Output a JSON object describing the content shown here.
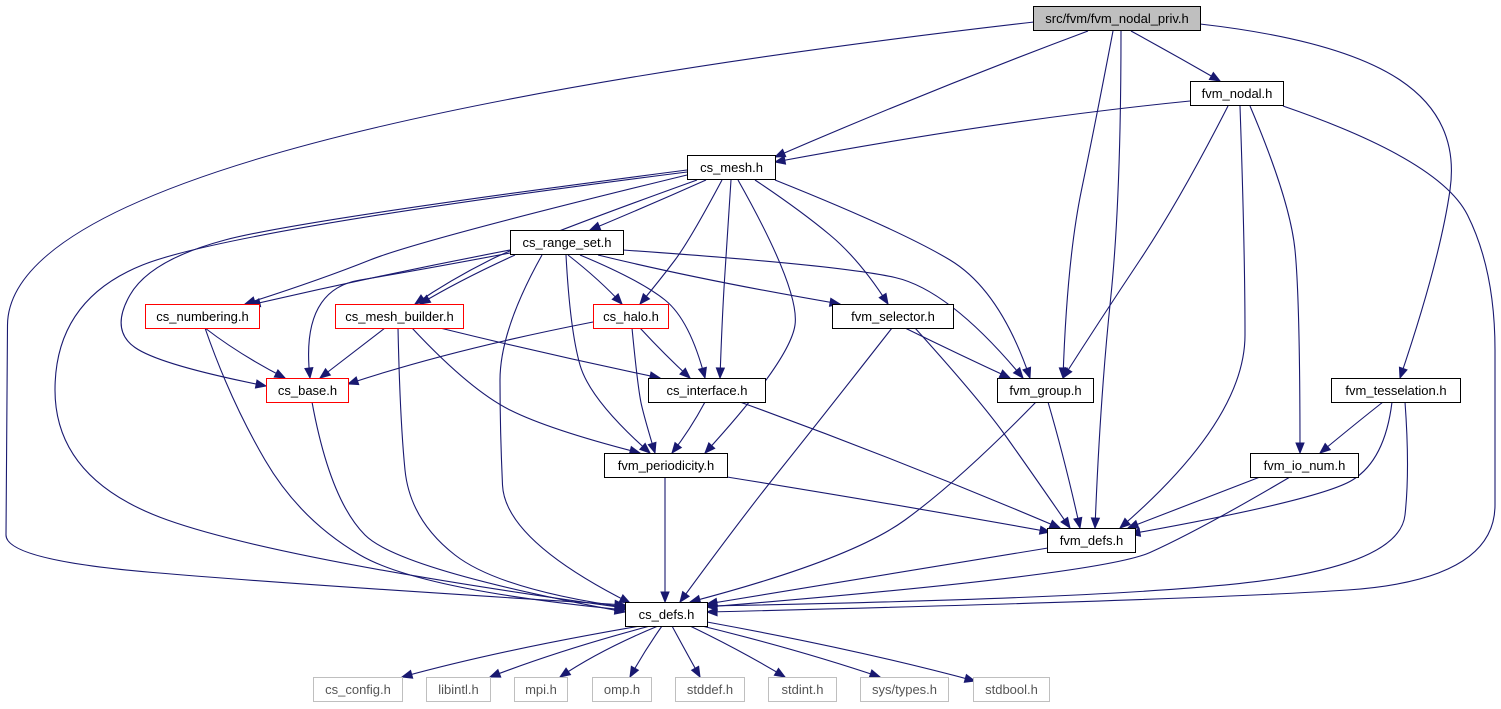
{
  "graph": {
    "colors": {
      "edge": "#191970",
      "node_border_default": "#000000",
      "node_border_incomplete": "#ff0000",
      "node_border_system": "#bfbfbf",
      "root_fill": "#bfbfbf",
      "node_fill": "#ffffff"
    },
    "nodes": [
      {
        "id": "root",
        "label": "src/fvm/fvm_nodal_priv.h",
        "kind": "root"
      },
      {
        "id": "fvm_nodal",
        "label": "fvm_nodal.h",
        "kind": "normal"
      },
      {
        "id": "cs_mesh",
        "label": "cs_mesh.h",
        "kind": "normal"
      },
      {
        "id": "cs_range_set",
        "label": "cs_range_set.h",
        "kind": "normal"
      },
      {
        "id": "cs_numbering",
        "label": "cs_numbering.h",
        "kind": "incomplete"
      },
      {
        "id": "cs_mesh_builder",
        "label": "cs_mesh_builder.h",
        "kind": "incomplete"
      },
      {
        "id": "cs_halo",
        "label": "cs_halo.h",
        "kind": "incomplete"
      },
      {
        "id": "fvm_selector",
        "label": "fvm_selector.h",
        "kind": "normal"
      },
      {
        "id": "cs_base",
        "label": "cs_base.h",
        "kind": "incomplete"
      },
      {
        "id": "cs_interface",
        "label": "cs_interface.h",
        "kind": "normal"
      },
      {
        "id": "fvm_group",
        "label": "fvm_group.h",
        "kind": "normal"
      },
      {
        "id": "fvm_tesselation",
        "label": "fvm_tesselation.h",
        "kind": "normal"
      },
      {
        "id": "fvm_periodicity",
        "label": "fvm_periodicity.h",
        "kind": "normal"
      },
      {
        "id": "fvm_io_num",
        "label": "fvm_io_num.h",
        "kind": "normal"
      },
      {
        "id": "fvm_defs",
        "label": "fvm_defs.h",
        "kind": "normal"
      },
      {
        "id": "cs_defs",
        "label": "cs_defs.h",
        "kind": "normal"
      },
      {
        "id": "cs_config",
        "label": "cs_config.h",
        "kind": "system"
      },
      {
        "id": "libintl",
        "label": "libintl.h",
        "kind": "system"
      },
      {
        "id": "mpi",
        "label": "mpi.h",
        "kind": "system"
      },
      {
        "id": "omp",
        "label": "omp.h",
        "kind": "system"
      },
      {
        "id": "stddef",
        "label": "stddef.h",
        "kind": "system"
      },
      {
        "id": "stdint",
        "label": "stdint.h",
        "kind": "system"
      },
      {
        "id": "sys_types",
        "label": "sys/types.h",
        "kind": "system"
      },
      {
        "id": "stdbool",
        "label": "stdbool.h",
        "kind": "system"
      }
    ],
    "edges": [
      [
        "root",
        "cs_defs"
      ],
      [
        "root",
        "cs_mesh"
      ],
      [
        "root",
        "fvm_group"
      ],
      [
        "root",
        "fvm_defs"
      ],
      [
        "root",
        "fvm_nodal"
      ],
      [
        "root",
        "fvm_tesselation"
      ],
      [
        "fvm_nodal",
        "cs_mesh"
      ],
      [
        "fvm_nodal",
        "fvm_group"
      ],
      [
        "fvm_nodal",
        "fvm_defs"
      ],
      [
        "fvm_nodal",
        "fvm_io_num"
      ],
      [
        "fvm_nodal",
        "cs_defs"
      ],
      [
        "cs_mesh",
        "cs_defs"
      ],
      [
        "cs_mesh",
        "cs_base"
      ],
      [
        "cs_mesh",
        "cs_numbering"
      ],
      [
        "cs_mesh",
        "cs_mesh_builder"
      ],
      [
        "cs_mesh",
        "cs_range_set"
      ],
      [
        "cs_mesh",
        "cs_halo"
      ],
      [
        "cs_mesh",
        "cs_interface"
      ],
      [
        "cs_mesh",
        "fvm_periodicity"
      ],
      [
        "cs_mesh",
        "fvm_selector"
      ],
      [
        "cs_mesh",
        "fvm_group"
      ],
      [
        "cs_range_set",
        "cs_numbering"
      ],
      [
        "cs_range_set",
        "cs_base"
      ],
      [
        "cs_range_set",
        "cs_mesh_builder"
      ],
      [
        "cs_range_set",
        "cs_defs"
      ],
      [
        "cs_range_set",
        "fvm_periodicity"
      ],
      [
        "cs_range_set",
        "cs_halo"
      ],
      [
        "cs_range_set",
        "cs_interface"
      ],
      [
        "cs_range_set",
        "fvm_selector"
      ],
      [
        "cs_range_set",
        "fvm_group"
      ],
      [
        "cs_numbering",
        "cs_base"
      ],
      [
        "cs_numbering",
        "cs_defs"
      ],
      [
        "cs_mesh_builder",
        "cs_base"
      ],
      [
        "cs_mesh_builder",
        "cs_defs"
      ],
      [
        "cs_mesh_builder",
        "fvm_periodicity"
      ],
      [
        "cs_mesh_builder",
        "cs_interface"
      ],
      [
        "cs_halo",
        "cs_base"
      ],
      [
        "cs_halo",
        "cs_interface"
      ],
      [
        "cs_halo",
        "fvm_periodicity"
      ],
      [
        "fvm_selector",
        "fvm_group"
      ],
      [
        "fvm_selector",
        "cs_defs"
      ],
      [
        "fvm_selector",
        "fvm_defs"
      ],
      [
        "cs_base",
        "cs_defs"
      ],
      [
        "cs_interface",
        "fvm_periodicity"
      ],
      [
        "cs_interface",
        "fvm_defs"
      ],
      [
        "fvm_group",
        "cs_defs"
      ],
      [
        "fvm_group",
        "fvm_defs"
      ],
      [
        "fvm_tesselation",
        "fvm_io_num"
      ],
      [
        "fvm_tesselation",
        "fvm_defs"
      ],
      [
        "fvm_tesselation",
        "cs_defs"
      ],
      [
        "fvm_periodicity",
        "cs_defs"
      ],
      [
        "fvm_periodicity",
        "fvm_defs"
      ],
      [
        "fvm_io_num",
        "fvm_defs"
      ],
      [
        "fvm_io_num",
        "cs_defs"
      ],
      [
        "fvm_defs",
        "cs_defs"
      ],
      [
        "cs_defs",
        "cs_config"
      ],
      [
        "cs_defs",
        "libintl"
      ],
      [
        "cs_defs",
        "mpi"
      ],
      [
        "cs_defs",
        "omp"
      ],
      [
        "cs_defs",
        "stddef"
      ],
      [
        "cs_defs",
        "stdint"
      ],
      [
        "cs_defs",
        "sys_types"
      ],
      [
        "cs_defs",
        "stdbool"
      ]
    ]
  }
}
